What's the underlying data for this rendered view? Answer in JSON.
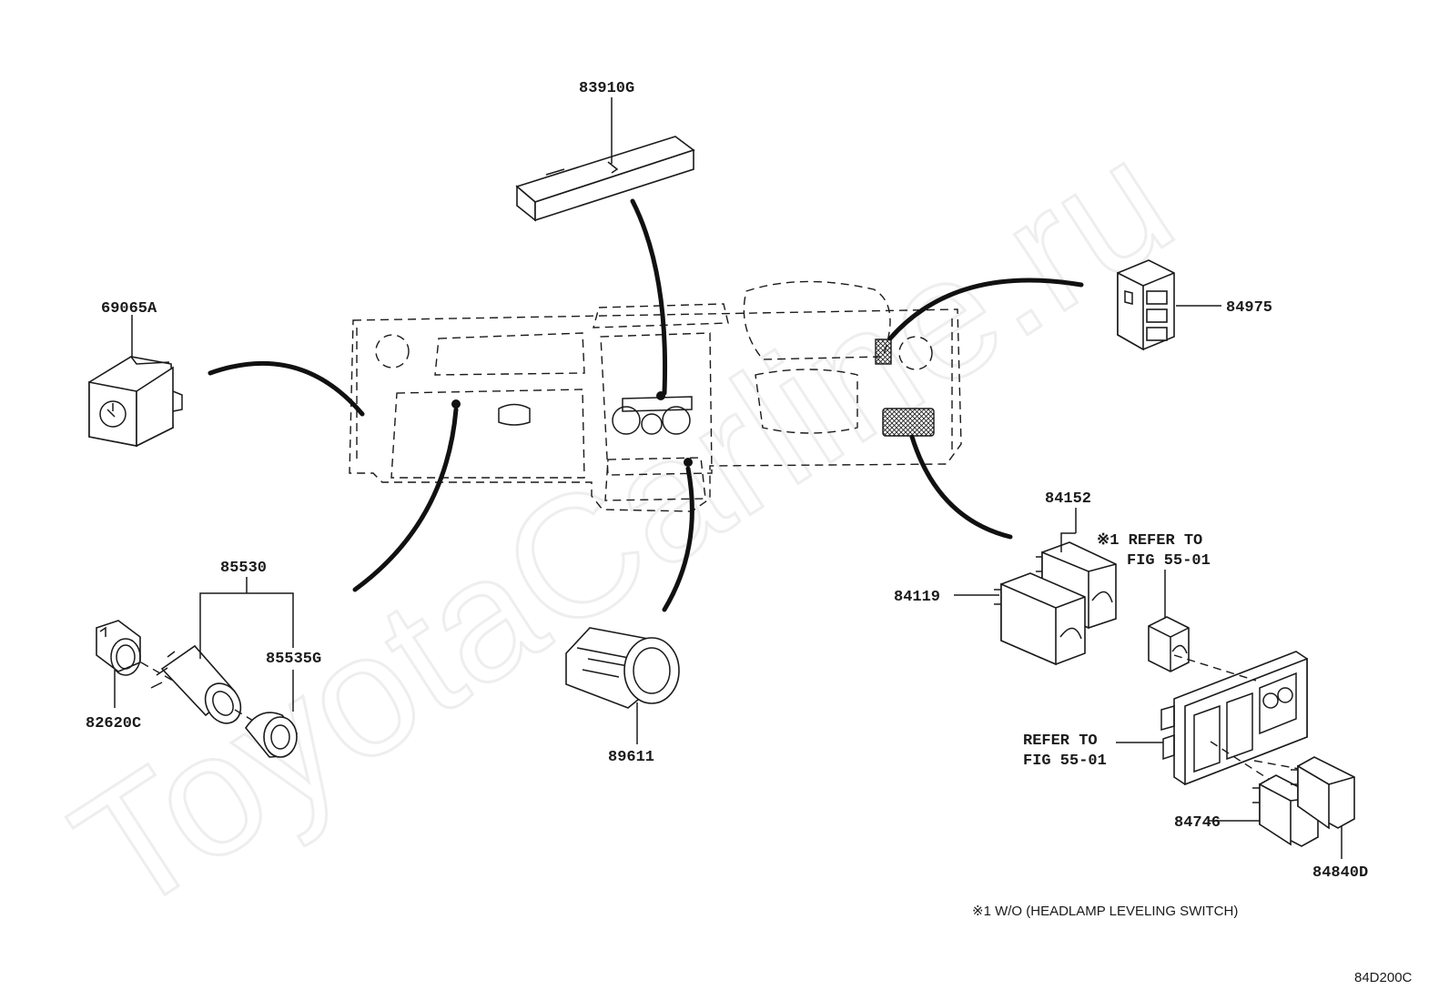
{
  "watermark": "ToyotaCarline.ru",
  "labels": {
    "p83910G": "83910G",
    "p69065A": "69065A",
    "p84975": "84975",
    "p84152": "84152",
    "p84119": "84119",
    "p85530": "85530",
    "p85535G": "85535G",
    "p82620C": "82620C",
    "p89611": "89611",
    "p84746": "84746",
    "p84840D": "84840D"
  },
  "refer_top": {
    "line1": "※1 REFER TO",
    "line2": "FIG 55-01"
  },
  "refer_left": {
    "line1": "REFER TO",
    "line2": "FIG 55-01"
  },
  "footnote": "※1  W/O (HEADLAMP LEVELING SWITCH)",
  "figure_code": "84D200C"
}
